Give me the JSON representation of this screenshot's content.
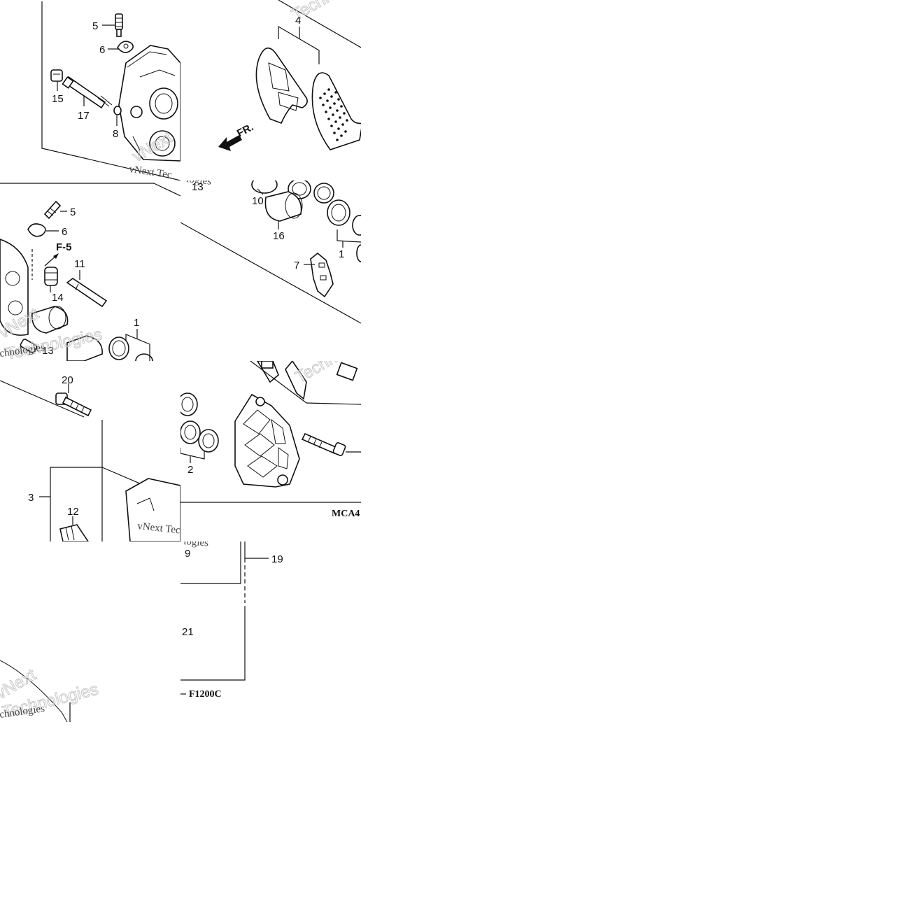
{
  "diagram": {
    "tiles": {
      "t1": {
        "callouts": [
          "5",
          "6",
          "15",
          "17",
          "8"
        ],
        "watermark": "vNext Tec",
        "watermark_faint": "vNext"
      },
      "t2": {
        "callouts": [
          "4"
        ],
        "front_label": "FR.",
        "watermark_faint": "Techno"
      },
      "t3": {
        "callouts": [
          "5",
          "6",
          "11",
          "14",
          "1",
          "13"
        ],
        "section_ref": "F-5",
        "watermark_faint_1": "vNext",
        "watermark_faint_2": "Technologies",
        "watermark": "chnologies"
      },
      "t4": {
        "callouts": [
          "13",
          "10",
          "16",
          "1",
          "7"
        ],
        "watermark": "logies"
      },
      "t5": {
        "callouts": [
          "20",
          "3",
          "12"
        ],
        "watermark": "vNext Tec"
      },
      "t6": {
        "callouts": [
          "2"
        ],
        "drawing_code": "MCA4",
        "watermark_faint": "Techno"
      },
      "t7": {
        "watermark_faint_1": "vNext",
        "watermark_faint_2": "Technologies",
        "watermark": "chnologies"
      },
      "t8": {
        "callouts": [
          "9",
          "19",
          "21"
        ],
        "drawing_code": "F1200C",
        "watermark": "logies"
      }
    }
  }
}
